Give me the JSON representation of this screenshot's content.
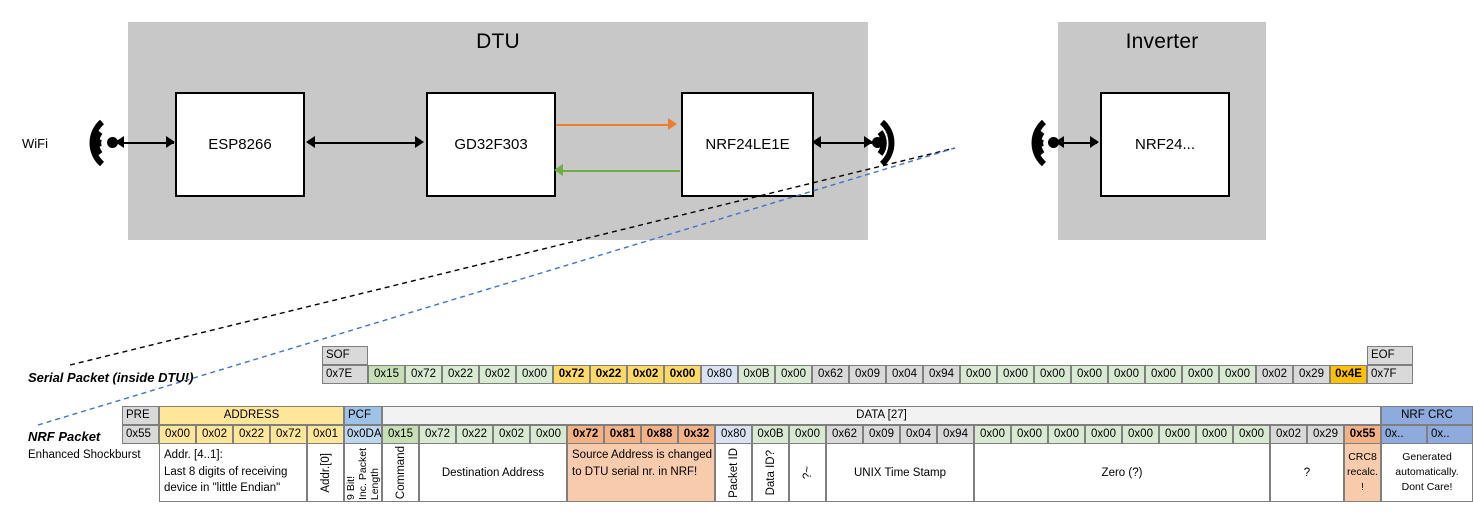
{
  "diagram": {
    "dtu": {
      "title": "DTU",
      "chips": [
        "ESP8266",
        "GD32F303",
        "NRF24LE1E"
      ],
      "wifi_label": "WiFi",
      "link_orange": "uplink-arrow",
      "link_green": "downlink-arrow"
    },
    "inverter": {
      "title": "Inverter",
      "chips": [
        "NRF24..."
      ]
    }
  },
  "serial_packet": {
    "label": "Serial Packet (inside DTU!)",
    "sof_header": "SOF",
    "eof_header": "EOF",
    "sof_value": "0x7E",
    "eof_value": "0x7F",
    "values": [
      {
        "v": "0x15",
        "c": "c-green-d"
      },
      {
        "v": "0x72",
        "c": "c-green"
      },
      {
        "v": "0x22",
        "c": "c-green"
      },
      {
        "v": "0x02",
        "c": "c-green"
      },
      {
        "v": "0x00",
        "c": "c-green"
      },
      {
        "v": "0x72",
        "c": "c-yellow",
        "b": true
      },
      {
        "v": "0x22",
        "c": "c-yellow",
        "b": true
      },
      {
        "v": "0x02",
        "c": "c-yellow",
        "b": true
      },
      {
        "v": "0x00",
        "c": "c-yellow",
        "b": true
      },
      {
        "v": "0x80",
        "c": "c-blue"
      },
      {
        "v": "0x0B",
        "c": "c-green"
      },
      {
        "v": "0x00",
        "c": "c-green"
      },
      {
        "v": "0x62",
        "c": "c-gray"
      },
      {
        "v": "0x09",
        "c": "c-gray"
      },
      {
        "v": "0x04",
        "c": "c-gray"
      },
      {
        "v": "0x94",
        "c": "c-gray"
      },
      {
        "v": "0x00",
        "c": "c-green"
      },
      {
        "v": "0x00",
        "c": "c-green"
      },
      {
        "v": "0x00",
        "c": "c-green"
      },
      {
        "v": "0x00",
        "c": "c-green"
      },
      {
        "v": "0x00",
        "c": "c-green"
      },
      {
        "v": "0x00",
        "c": "c-green"
      },
      {
        "v": "0x00",
        "c": "c-green"
      },
      {
        "v": "0x00",
        "c": "c-green"
      },
      {
        "v": "0x02",
        "c": "c-gray"
      },
      {
        "v": "0x29",
        "c": "c-gray"
      },
      {
        "v": "0x4E",
        "c": "c-orange",
        "b": true
      }
    ]
  },
  "nrf_packet": {
    "label": "NRF Packet",
    "sublabel": "Enhanced Shockburst",
    "headers": {
      "pre": "PRE",
      "address": "ADDRESS",
      "pcf": "PCF",
      "data": "DATA [27]",
      "crc": "NRF CRC"
    },
    "pre_value": "0x55",
    "address_values": [
      "0x00",
      "0x02",
      "0x22",
      "0x72",
      "0x01"
    ],
    "pcf_value": "0x0DA",
    "values": [
      {
        "v": "0x15",
        "c": "c-green-d"
      },
      {
        "v": "0x72",
        "c": "c-green"
      },
      {
        "v": "0x22",
        "c": "c-green"
      },
      {
        "v": "0x02",
        "c": "c-green"
      },
      {
        "v": "0x00",
        "c": "c-green"
      },
      {
        "v": "0x72",
        "c": "c-salmon",
        "b": true
      },
      {
        "v": "0x81",
        "c": "c-salmon",
        "b": true
      },
      {
        "v": "0x88",
        "c": "c-salmon",
        "b": true
      },
      {
        "v": "0x32",
        "c": "c-salmon",
        "b": true
      },
      {
        "v": "0x80",
        "c": "c-blue"
      },
      {
        "v": "0x0B",
        "c": "c-green"
      },
      {
        "v": "0x00",
        "c": "c-green"
      },
      {
        "v": "0x62",
        "c": "c-gray"
      },
      {
        "v": "0x09",
        "c": "c-gray"
      },
      {
        "v": "0x04",
        "c": "c-gray"
      },
      {
        "v": "0x94",
        "c": "c-gray"
      },
      {
        "v": "0x00",
        "c": "c-green"
      },
      {
        "v": "0x00",
        "c": "c-green"
      },
      {
        "v": "0x00",
        "c": "c-green"
      },
      {
        "v": "0x00",
        "c": "c-green"
      },
      {
        "v": "0x00",
        "c": "c-green"
      },
      {
        "v": "0x00",
        "c": "c-green"
      },
      {
        "v": "0x00",
        "c": "c-green"
      },
      {
        "v": "0x00",
        "c": "c-green"
      },
      {
        "v": "0x02",
        "c": "c-gray"
      },
      {
        "v": "0x29",
        "c": "c-gray"
      },
      {
        "v": "0x55",
        "c": "c-salmon",
        "b": true
      }
    ],
    "crc_values": [
      "0x..",
      "0x.."
    ],
    "descriptions": {
      "address": "Addr. [4..1]:\nLast 8 digits of receiving device in \"little Endian\"",
      "addr0": "Addr.[0]",
      "pcf_1": "9 Bit!",
      "pcf_2": "Inc. Packet",
      "pcf_3": "Length",
      "command": "Command",
      "destination": "Destination Address",
      "source": "Source Address is changed to DTU serial nr. in NRF!",
      "packet_id": "Packet ID",
      "data_id": "Data ID?",
      "tilde": "?~",
      "timestamp": "UNIX Time Stamp",
      "zero": "Zero (?)",
      "unknown": "?",
      "crc8": "CRC8 recalc. !",
      "crc_note": "Generated automatically. Dont Care!"
    }
  },
  "colors": {
    "enclosure": "#c8c8c8",
    "orange_arrow": "#ED7D31",
    "green_arrow": "#70AD47",
    "leader_black": "#000000",
    "leader_blue": "#4472C4"
  }
}
